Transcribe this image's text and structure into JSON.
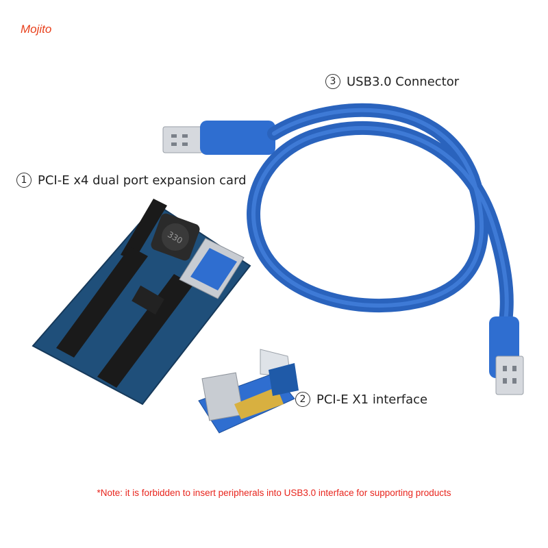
{
  "brand": {
    "text": "Mojito",
    "color": "#e8401c"
  },
  "labels": [
    {
      "number": "1",
      "text": "PCI-E x4 dual port expansion card"
    },
    {
      "number": "2",
      "text": "PCI-E X1 interface"
    },
    {
      "number": "3",
      "text": "USB3.0 Connector"
    }
  ],
  "note": {
    "text": "*Note: it is forbidden to insert peripherals into USB3.0 interface for supporting products",
    "color": "#e8241c"
  },
  "inductor_marking": "330",
  "colors": {
    "cable": "#2f6ed0",
    "pcb": "#1f4f7a",
    "slot": "#1a1a1a",
    "metal": "#c8ccd2"
  }
}
